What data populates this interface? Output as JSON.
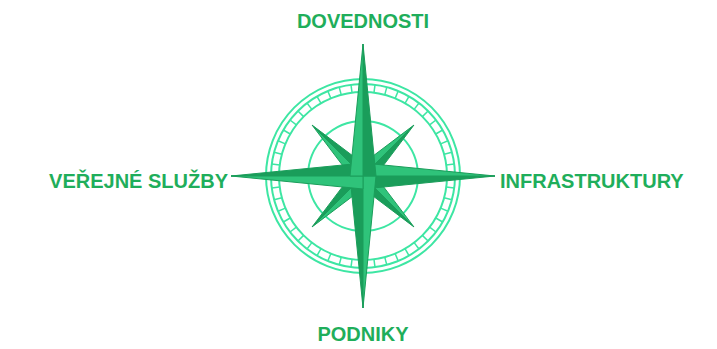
{
  "diagram": {
    "labels": [
      "DOVEDNOSTI",
      "VEŘEJNÉ SLUŽBY",
      "INFRASTRUKTURY",
      "PODNIKY"
    ]
  }
}
